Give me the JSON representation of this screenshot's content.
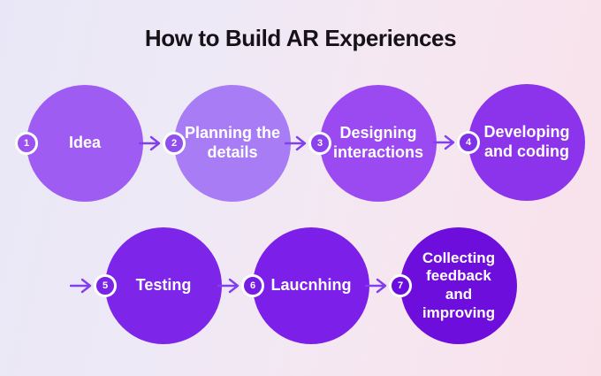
{
  "title": "How to Build AR Experiences",
  "colors": {
    "title_text": "#171219",
    "label_text": "#ffffff",
    "arrow": "#8040ee",
    "background_from": "#e9e7f7",
    "background_to": "#f9e1ea"
  },
  "steps": [
    {
      "number": "1",
      "label": "Idea",
      "color": "#9f5cf3",
      "badge_color": "#9a52f0",
      "has_arrow": false
    },
    {
      "number": "2",
      "label": "Planning the details",
      "color": "#a87cf4",
      "badge_color": "#9050ee",
      "has_arrow": true
    },
    {
      "number": "3",
      "label": "Designing interactions",
      "color": "#9a4af0",
      "badge_color": "#8b42ec",
      "has_arrow": true
    },
    {
      "number": "4",
      "label": "Developing and coding",
      "color": "#8c33ec",
      "badge_color": "#8030e6",
      "has_arrow": true
    },
    {
      "number": "5",
      "label": "Testing",
      "color": "#7d26ea",
      "badge_color": "#7a24e6",
      "has_arrow": true
    },
    {
      "number": "6",
      "label": "Laucnhing",
      "color": "#7c1fe9",
      "badge_color": "#751de2",
      "has_arrow": true
    },
    {
      "number": "7",
      "label": "Collecting feedback and improving",
      "color": "#6d0edd",
      "badge_color": "#6a0edd",
      "has_arrow": true
    }
  ]
}
